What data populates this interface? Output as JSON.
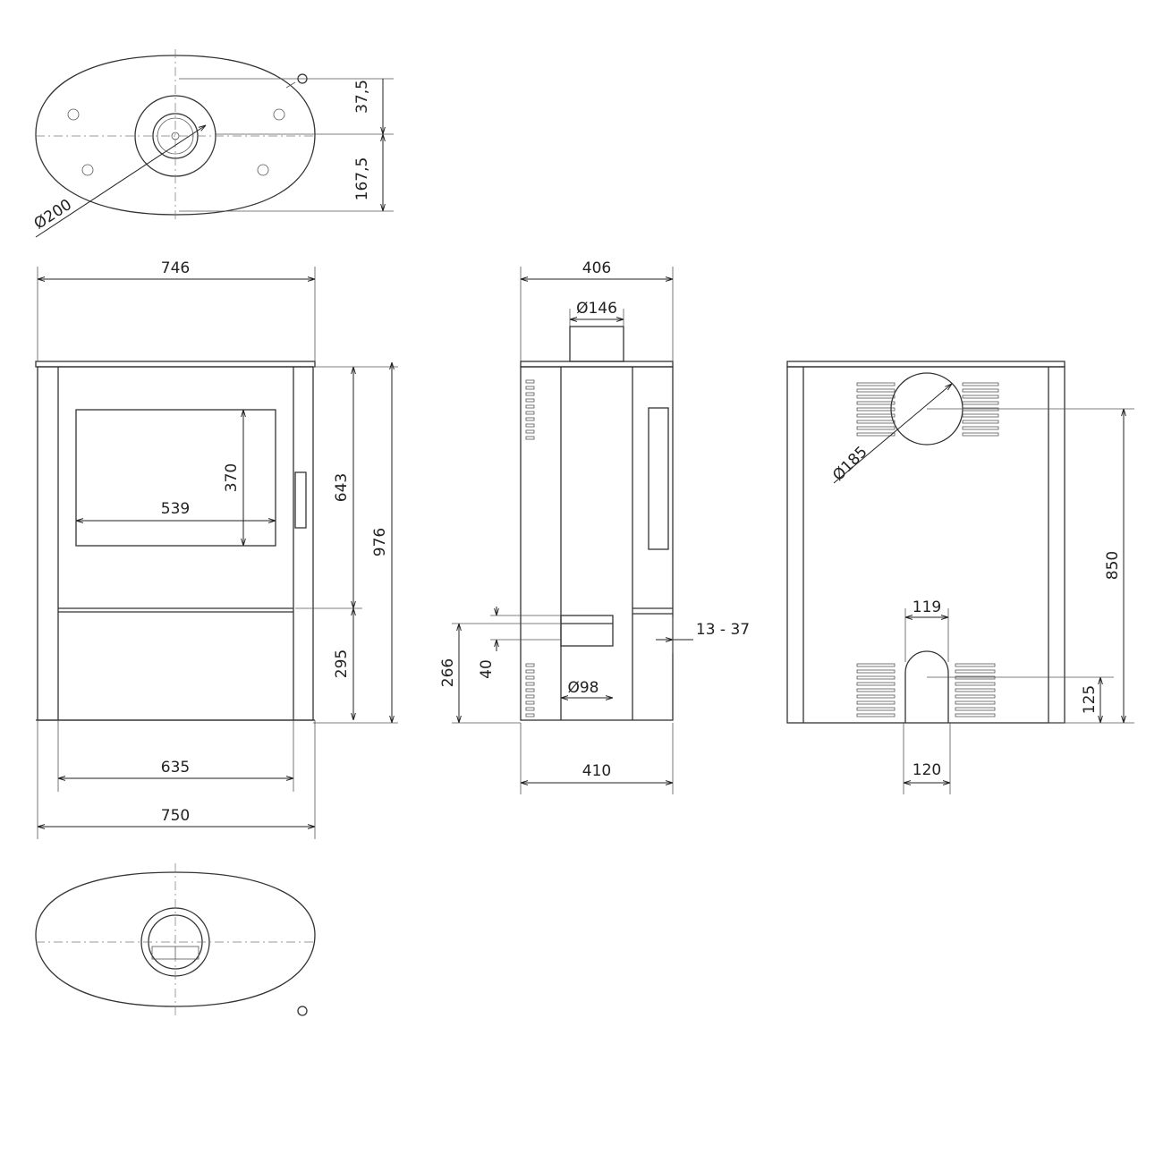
{
  "title": "Stove dimensional drawing",
  "top_view": {
    "dim_front_offset": "37,5",
    "dim_rear_offset": "167,5",
    "dim_flue_diameter": "Ø200"
  },
  "front_view": {
    "width_top": "746",
    "glass_height": "370",
    "glass_width": "539",
    "upper_height": "643",
    "total_height": "976",
    "lower_height": "295",
    "inner_width": "635",
    "base_width": "750"
  },
  "side_view": {
    "depth_top": "406",
    "top_outlet_diameter": "Ø146",
    "air_inlet_height": "266",
    "air_inlet_size": "40",
    "air_inlet_diameter": "Ø98",
    "adjust_range": "13 - 37",
    "depth_base": "410"
  },
  "back_view": {
    "rear_outlet_diameter": "Ø185",
    "rear_outlet_height": "850",
    "opening_width_top": "119",
    "opening_center_height": "125",
    "opening_width_bottom": "120"
  }
}
